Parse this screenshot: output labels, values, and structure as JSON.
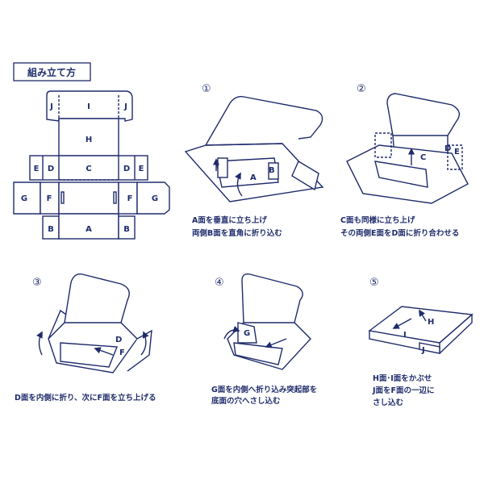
{
  "title": "組み立て方",
  "colors": {
    "line": "#1f2b6b",
    "background": "#ffffff"
  },
  "flat_net": {
    "labels": {
      "a": "A",
      "b": "B",
      "c": "C",
      "d": "D",
      "e": "E",
      "f": "F",
      "g": "G",
      "h": "H",
      "i": "I",
      "j": "J"
    }
  },
  "steps": [
    {
      "number": "①",
      "labels": [
        "A",
        "B"
      ],
      "caption": [
        "A面を垂直に立ち上げ",
        "両側B面を直角に折り込む"
      ]
    },
    {
      "number": "②",
      "labels": [
        "C",
        "D",
        "E"
      ],
      "caption": [
        "C面も同様に立ち上げ",
        "その両側E面をD面に折り合わせる"
      ]
    },
    {
      "number": "③",
      "labels": [
        "D",
        "F"
      ],
      "caption": [
        "D面を内側に折り、次にF面を立ち上げる"
      ]
    },
    {
      "number": "④",
      "labels": [
        "G"
      ],
      "caption": [
        "G面を内側へ折り込み突起部を",
        "底面の穴へさし込む"
      ]
    },
    {
      "number": "⑤",
      "labels": [
        "H",
        "I",
        "J"
      ],
      "caption": [
        "H面･I面をかぶせ",
        "J面をF面の一辺に",
        "さし込む"
      ]
    }
  ]
}
